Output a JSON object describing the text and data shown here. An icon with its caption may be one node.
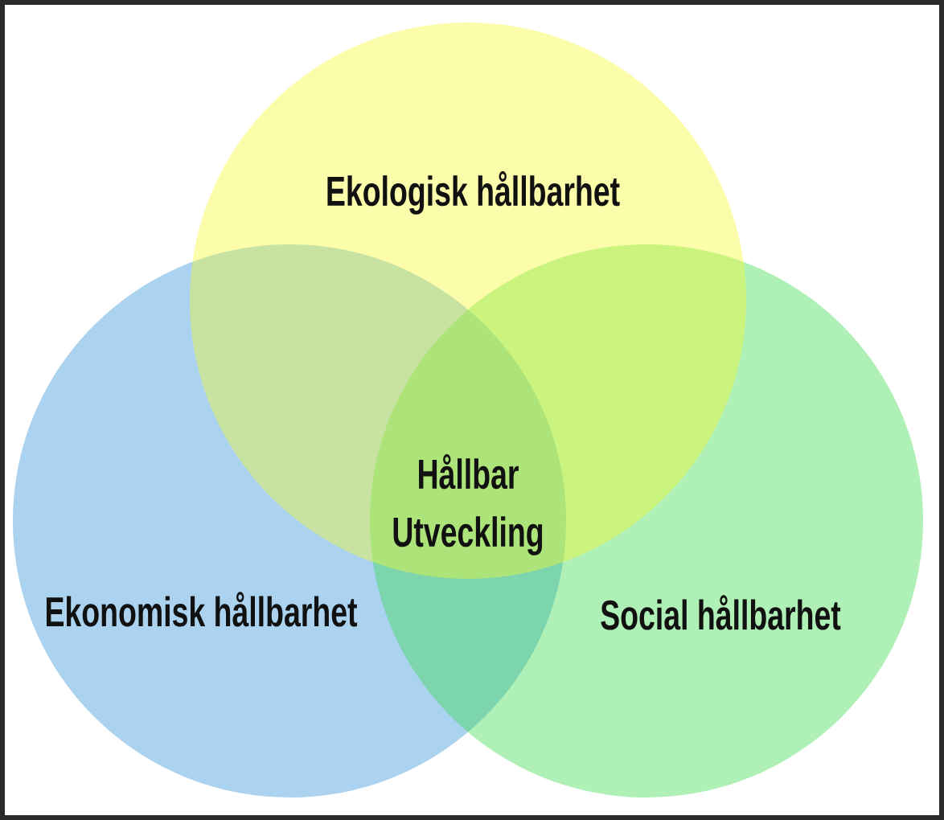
{
  "diagram": {
    "nodes": [
      {
        "text": [
          "Ekologisk hållbarhet"
        ]
      },
      {
        "text": [
          "Ekonomisk hållbarhet"
        ]
      },
      {
        "text": [
          "Social hållbarhet"
        ]
      }
    ],
    "labels": [
      "Hållbar Utveckling"
    ]
  }
}
